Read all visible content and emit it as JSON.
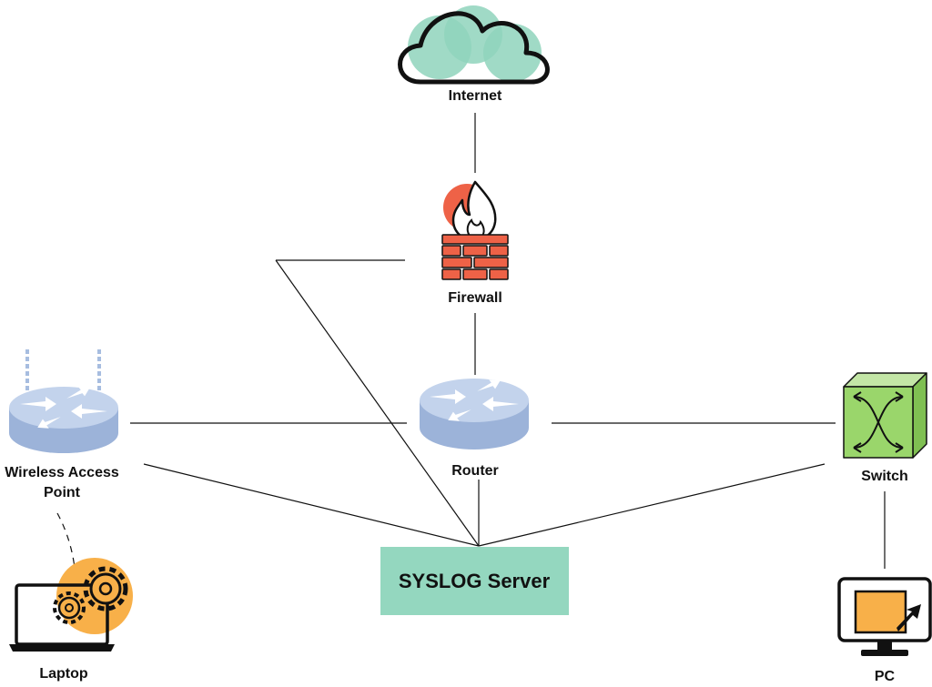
{
  "colors": {
    "cloud": "#8fd3bc",
    "firewall": "#ee6247",
    "device": "#a7bde0",
    "switch": "#9ad66b",
    "laptop_accent": "#f8b049",
    "server_box": "#94d7bf",
    "line": "#111111"
  },
  "nodes": {
    "internet": {
      "label": "Internet",
      "icon": "cloud-icon"
    },
    "firewall": {
      "label": "Firewall",
      "icon": "firewall-icon"
    },
    "wap": {
      "label_line1": "Wireless Access",
      "label_line2": "Point",
      "icon": "wireless-access-point-icon"
    },
    "router": {
      "label": "Router",
      "icon": "router-icon"
    },
    "switch": {
      "label": "Switch",
      "icon": "switch-icon"
    },
    "syslog": {
      "label": "SYSLOG Server"
    },
    "laptop": {
      "label": "Laptop",
      "icon": "laptop-gear-icon"
    },
    "pc": {
      "label": "PC",
      "icon": "pc-monitor-icon"
    }
  }
}
